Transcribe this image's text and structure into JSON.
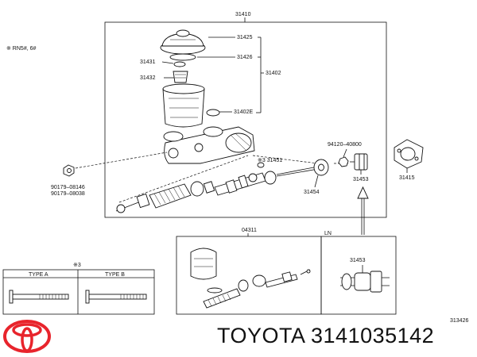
{
  "header_note": "※ RN5#, 6#",
  "callouts": {
    "c31410": "31410",
    "c31425": "31425",
    "c31426": "31426",
    "c31431": "31431",
    "c31432": "31432",
    "c31402": "31402",
    "c31402E": "31402E",
    "c90179a": "90179–08146",
    "c90179b": "90179–08038",
    "c31451": "※3  31451",
    "c94120": "94120–40800",
    "c31454": "31454",
    "c31453": "31453",
    "c31415": "31415",
    "c04311": "04311",
    "cLN": "LN",
    "c31453ln": "31453",
    "ref3": "※3",
    "typeA": "TYPE A",
    "typeB": "TYPE B",
    "figcode": "313426"
  },
  "brand_caption": "TOYOTA 3141035142",
  "colors": {
    "logo": "#e8242c",
    "lines": "#111111"
  }
}
